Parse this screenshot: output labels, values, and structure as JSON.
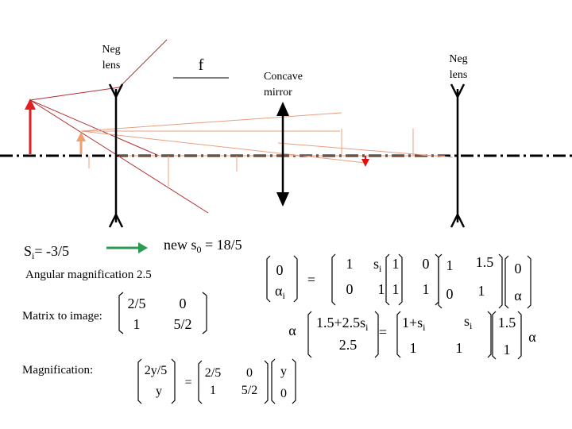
{
  "labels": {
    "neg_lens_left": [
      "Neg",
      "lens"
    ],
    "neg_lens_right": [
      "Neg",
      "lens"
    ],
    "f": "f",
    "concave_mirror": [
      "Concave",
      "mirror"
    ]
  },
  "equations": {
    "si_label": "S",
    "si_sub": "i",
    "si_value": "= -3/5",
    "new_s0_pre": "new s",
    "new_s0_sub": "0",
    "new_s0_post": " = 18/5",
    "angular_magnification": "Angular magnification 2.5",
    "matrix_to_image": "Matrix to image:",
    "magnification": "Magnification:",
    "m1": {
      "a": "2/5",
      "b": "0",
      "c": "1",
      "d": "5/2"
    },
    "mag_vec": {
      "top": "2y/5",
      "bottom": "y"
    },
    "eq_sign": "=",
    "mag_mat": {
      "a": "2/5",
      "b": "0",
      "c": "1",
      "d": "5/2"
    },
    "mag_rhs": {
      "top": "y",
      "bottom": "0"
    },
    "ang_vec": {
      "top": "0",
      "bottom_main": "α",
      "bottom_sub": "i"
    },
    "prop": {
      "a": "1",
      "b_main": "s",
      "b_sub": "i",
      "c": "0",
      "d": "1"
    },
    "lens": {
      "a": "1",
      "b": "0",
      "c": "1",
      "d": "1"
    },
    "mat3": {
      "a": "1",
      "b": "1.5",
      "c": "0",
      "d": "1"
    },
    "vec3": {
      "top": "0",
      "bottom": "α"
    },
    "alpha": "α",
    "res_vec": {
      "top_main": "1.5+2.5s",
      "top_sub": "i",
      "bottom": "2.5"
    },
    "res_mat": {
      "a": "1+s",
      "a_sub": "i",
      "b": "s",
      "b_sub": "i",
      "c": "1",
      "d": "1"
    },
    "res_vec2": {
      "top": "1.5",
      "bottom": "1"
    },
    "alpha_final": "α"
  },
  "colors": {
    "object_arrow": "#e02020",
    "image_arrow": "#f0a070",
    "ray_dark": "#b03030",
    "ray_light": "#e8a080",
    "green_arrow": "#2a9a55",
    "image_point": "#e01010"
  }
}
